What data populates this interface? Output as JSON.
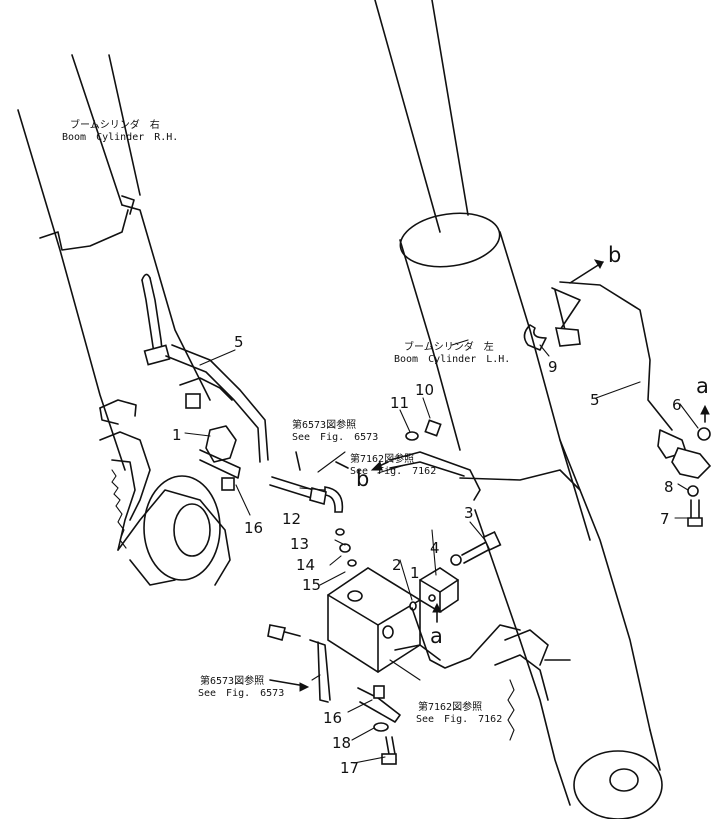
{
  "labels": {
    "boom_rh_jp": "ブームシリンダ　右",
    "boom_rh_en": "Boom　Cylinder　R.H.",
    "boom_lh_jp": "ブームシリンダ　左",
    "boom_lh_en": "Boom　Cylinder　L.H.",
    "ref_6573_top_jp": "第6573図参照",
    "ref_6573_top_en": "See　Fig.　6573",
    "ref_7162_top_jp": "第7162図参照",
    "ref_7162_top_en": "See　Fig.　7162",
    "ref_6573_bot_jp": "第6573図参照",
    "ref_6573_bot_en": "See　Fig.　6573",
    "ref_7162_bot_jp": "第7162図参照",
    "ref_7162_bot_en": "See　Fig.　7162"
  },
  "callouts": {
    "left_5": "5",
    "left_1": "1",
    "left_16": "16",
    "p10": "10",
    "p11": "11",
    "p3": "3",
    "p4": "4",
    "p1": "1",
    "p2": "2",
    "p12": "12",
    "p13": "13",
    "p14": "14",
    "p15": "15",
    "p16": "16",
    "p18": "18",
    "p17": "17",
    "right_9": "9",
    "right_5": "5",
    "right_6": "6",
    "right_8": "8",
    "right_7": "7"
  },
  "connectors": {
    "b_top": "b",
    "b_mid": "b",
    "a_right": "a",
    "a_bottom": "a"
  }
}
